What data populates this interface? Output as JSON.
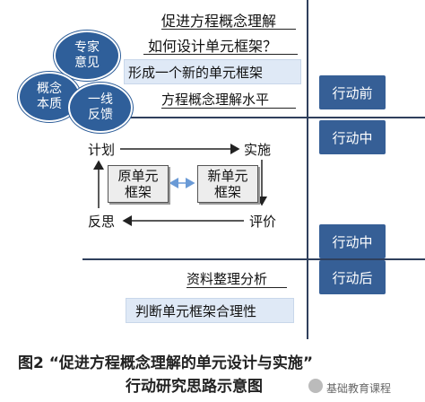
{
  "questions": {
    "q1": "促进方程概念理解",
    "q2": "如何设计单元框架？"
  },
  "bubbles": {
    "expert": "专家意见",
    "essence": "概念本质",
    "feedback": "一线反馈"
  },
  "new_framework": "形成一个新的单元框架",
  "level": "方程概念理解水平",
  "stages": {
    "before": "行动前",
    "during1": "行动中",
    "during2": "行动中",
    "after": "行动后"
  },
  "cycle": {
    "plan": "计划",
    "implement": "实施",
    "reflect": "反思",
    "evaluate": "评价",
    "old_unit": "原单元框架",
    "new_unit": "新单元框架"
  },
  "data_analysis": "资料整理分析",
  "judge": "判断单元框架合理性",
  "caption": {
    "line1": "图2  “促进方程概念理解的单元设计与实施”",
    "line2": "行动研究思路示意图"
  },
  "watermark": "基础教育课程",
  "colors": {
    "stage_blue": "#365f96",
    "bubble_blue": "#2f5f9a",
    "highlight_bar": "#dfe9f6"
  }
}
